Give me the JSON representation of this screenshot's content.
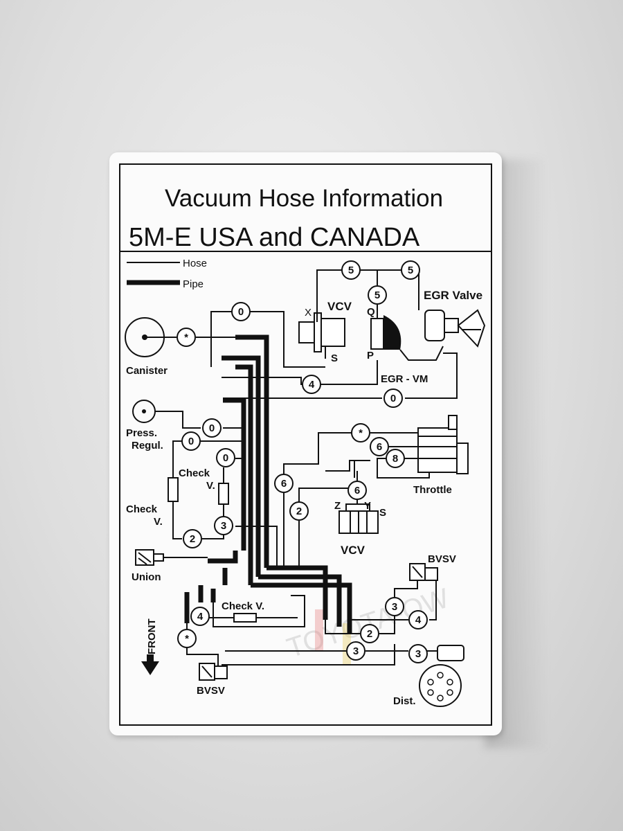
{
  "header": {
    "title": "Vacuum Hose Information",
    "subtitle": "5M-E USA and CANADA"
  },
  "legend": {
    "hose": "Hose",
    "pipe": "Pipe"
  },
  "labels": {
    "canister": "Canister",
    "press_regul_1": "Press.",
    "press_regul_2": "Regul.",
    "check_v_upper_1": "Check",
    "check_v_upper_2": "V.",
    "check_v_left_1": "Check",
    "check_v_left_2": "V.",
    "check_v_lower": "Check V.",
    "union": "Union",
    "front": "FRONT",
    "bvsv_bottom": "BVSV",
    "bvsv_right": "BVSV",
    "dist": "Dist.",
    "throttle": "Throttle",
    "vcv_top": "VCV",
    "vcv_mid": "VCV",
    "egr_valve": "EGR Valve",
    "egr_vm": "EGR - VM",
    "port_x": "X",
    "port_s_top": "S",
    "port_q": "Q",
    "port_p": "P",
    "port_z": "Z",
    "port_y": "Y",
    "port_s_mid": "S"
  },
  "watermark": "TOYOTA-OW",
  "hose_numbers": [
    {
      "id": "top-5-left",
      "text": "5"
    },
    {
      "id": "top-5-right",
      "text": "5"
    },
    {
      "id": "egr-5",
      "text": "5"
    },
    {
      "id": "vcv-0",
      "text": "0"
    },
    {
      "id": "canister-star",
      "text": "*"
    },
    {
      "id": "vcv-4",
      "text": "4"
    },
    {
      "id": "egrvm-0",
      "text": "0"
    },
    {
      "id": "press-0",
      "text": "0"
    },
    {
      "id": "regul-0",
      "text": "0"
    },
    {
      "id": "checkv-0",
      "text": "0"
    },
    {
      "id": "checkv-3",
      "text": "3"
    },
    {
      "id": "union-2",
      "text": "2"
    },
    {
      "id": "throttle-star",
      "text": "*"
    },
    {
      "id": "throttle-6",
      "text": "6"
    },
    {
      "id": "throttle-8",
      "text": "8"
    },
    {
      "id": "vcv-6",
      "text": "6"
    },
    {
      "id": "mid-6",
      "text": "6"
    },
    {
      "id": "mid-2",
      "text": "2"
    },
    {
      "id": "front-4",
      "text": "4"
    },
    {
      "id": "front-star",
      "text": "*"
    },
    {
      "id": "bvsv-3",
      "text": "3"
    },
    {
      "id": "bvsv-4",
      "text": "4"
    },
    {
      "id": "dist-2",
      "text": "2"
    },
    {
      "id": "dist-3-left",
      "text": "3"
    },
    {
      "id": "dist-3-right",
      "text": "3"
    }
  ]
}
